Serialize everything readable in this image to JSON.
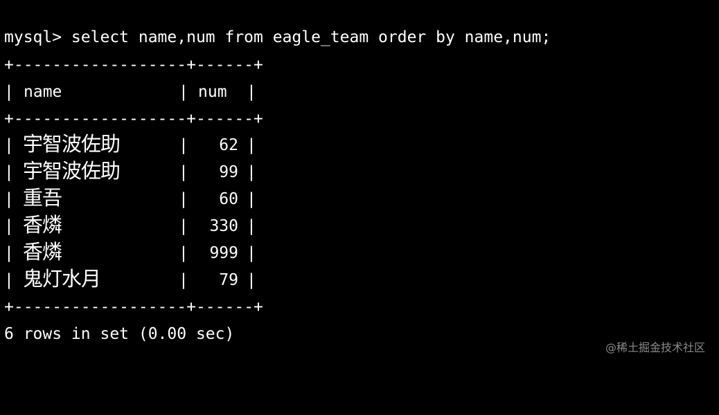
{
  "terminal": {
    "command_line": "mysql> select name,num from eagle_team order by name,num;",
    "border": "+------------------+------+",
    "header": {
      "prefix": "| ",
      "name": "name",
      "mid": "|",
      "num": "num",
      "end": "|"
    },
    "pipe": "|",
    "rows": [
      {
        "name": "宇智波佐助",
        "num": "62"
      },
      {
        "name": "宇智波佐助",
        "num": "99"
      },
      {
        "name": "重吾",
        "num": "60"
      },
      {
        "name": "香燐",
        "num": "330"
      },
      {
        "name": "香燐",
        "num": "999"
      },
      {
        "name": "鬼灯水月",
        "num": "79"
      }
    ],
    "result_line": "6 rows in set (0.00 sec)"
  },
  "watermark": "@稀土掘金技术社区",
  "colors": {
    "background": "#000000",
    "text": "#ffffff",
    "watermark": "#8a8a8a"
  }
}
